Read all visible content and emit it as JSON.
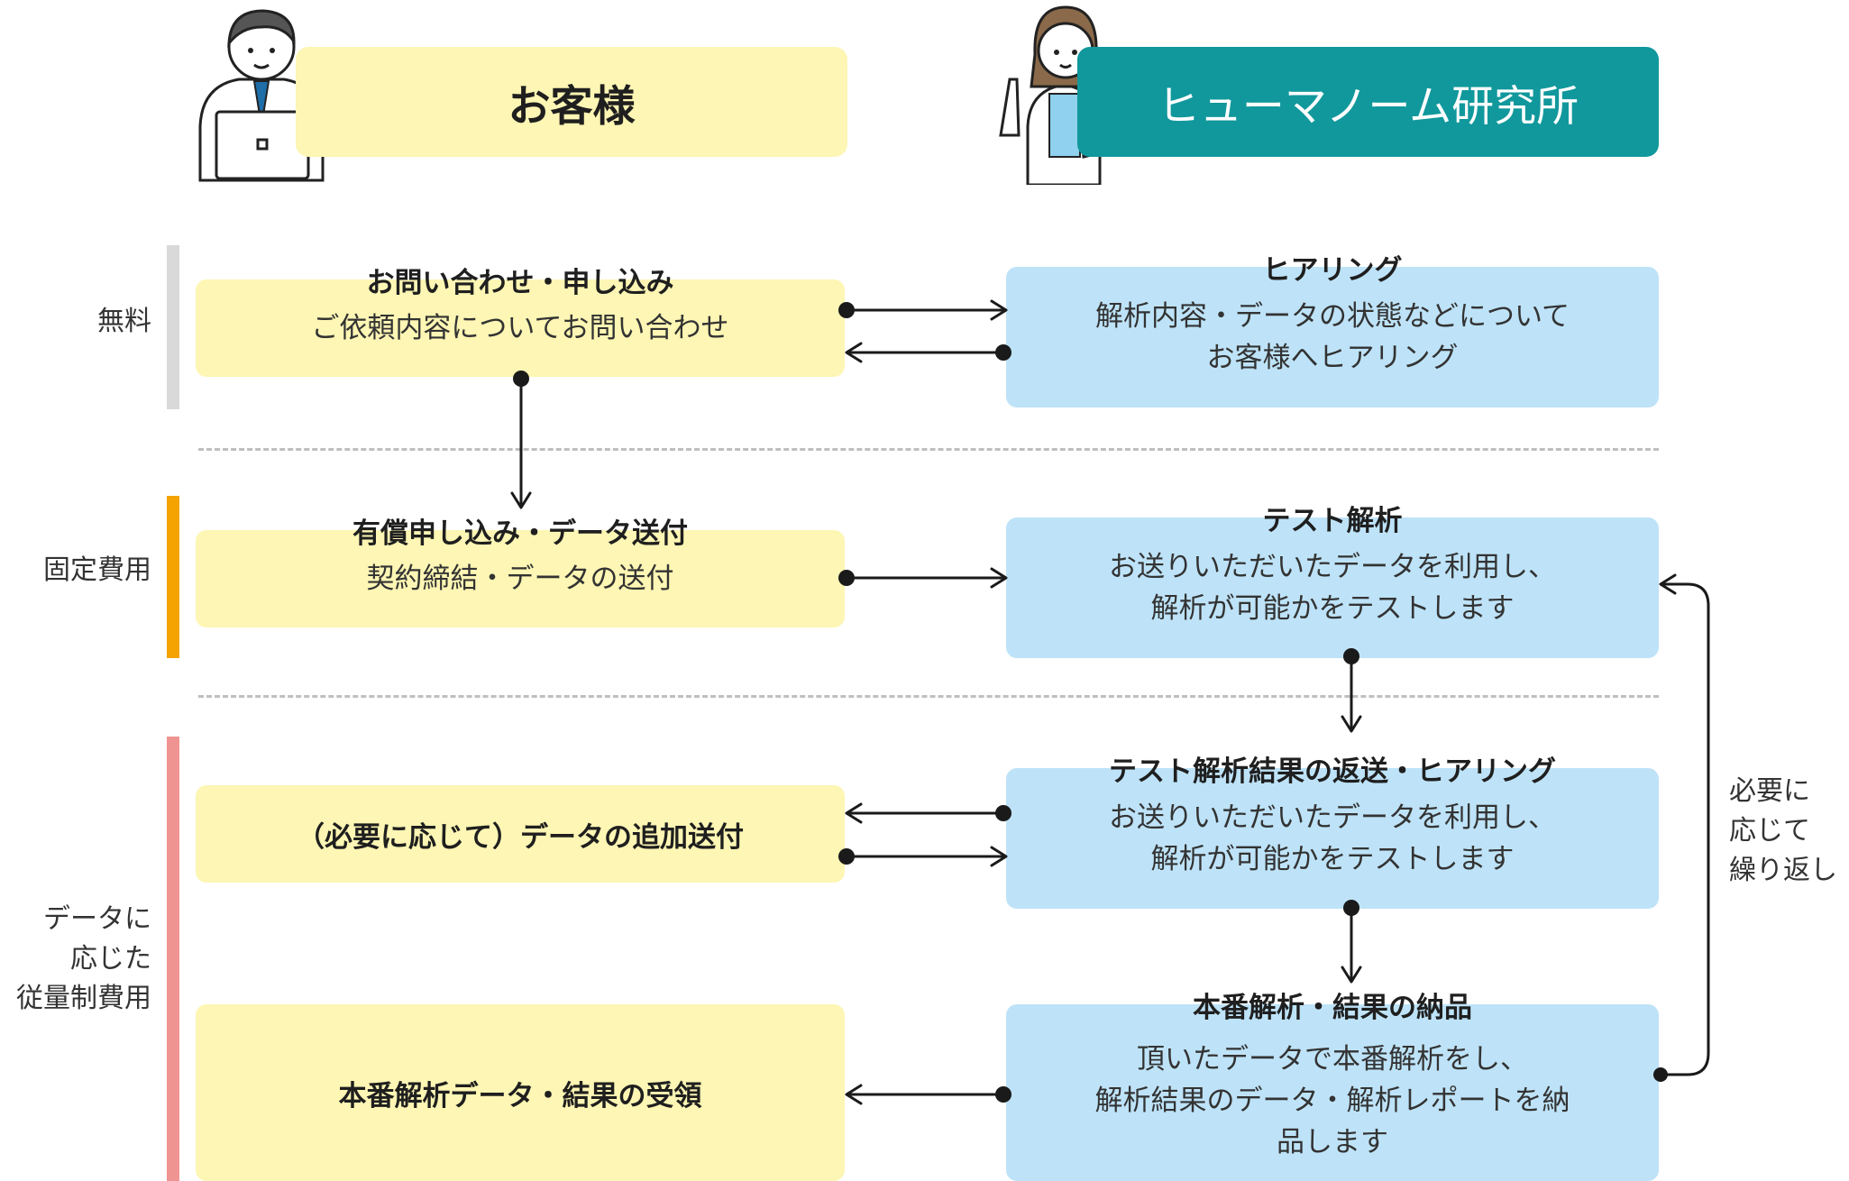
{
  "colors": {
    "customer_fill": "#FDF6B4",
    "lab_fill": "#BEE3F8",
    "lab_header": "#11989C",
    "phase_free": "#D9D9D9",
    "phase_fixed": "#F4A300",
    "phase_usage": "#EF9490",
    "arrow": "#1a1a1a"
  },
  "headers": {
    "customer": "お客様",
    "lab": "ヒューマノーム研究所"
  },
  "icons": {
    "customer": "man-with-laptop-illustration",
    "lab": "woman-researcher-with-book-illustration"
  },
  "phases": {
    "free": "無料",
    "fixed": "固定費用",
    "usage": [
      "データに",
      "応じた",
      "従量制費用"
    ]
  },
  "customer_steps": {
    "inquiry": {
      "title": "お問い合わせ・申し込み",
      "body": "ご依頼内容についてお問い合わせ"
    },
    "paid": {
      "title": "有償申し込み・データ送付",
      "body": "契約締結・データの送付"
    },
    "additional": {
      "text": "（必要に応じて）データの追加送付"
    },
    "receipt": {
      "text": "本番解析データ・結果の受領"
    }
  },
  "lab_steps": {
    "hearing": {
      "title": "ヒアリング",
      "body": [
        "解析内容・データの状態などについて",
        "お客様へヒアリング"
      ]
    },
    "test": {
      "title": "テスト解析",
      "body": [
        "お送りいただいたデータを利用し、",
        "解析が可能かをテストします"
      ]
    },
    "return": {
      "title": "テスト解析結果の返送・ヒアリング",
      "body": [
        "お送りいただいたデータを利用し、",
        "解析が可能かをテストします"
      ]
    },
    "production": {
      "title": "本番解析・結果の納品",
      "body": [
        "頂いたデータで本番解析をし、",
        "解析結果のデータ・解析レポートを納",
        "品します"
      ]
    }
  },
  "loop_label": [
    "必要に",
    "応じて",
    "繰り返し"
  ]
}
